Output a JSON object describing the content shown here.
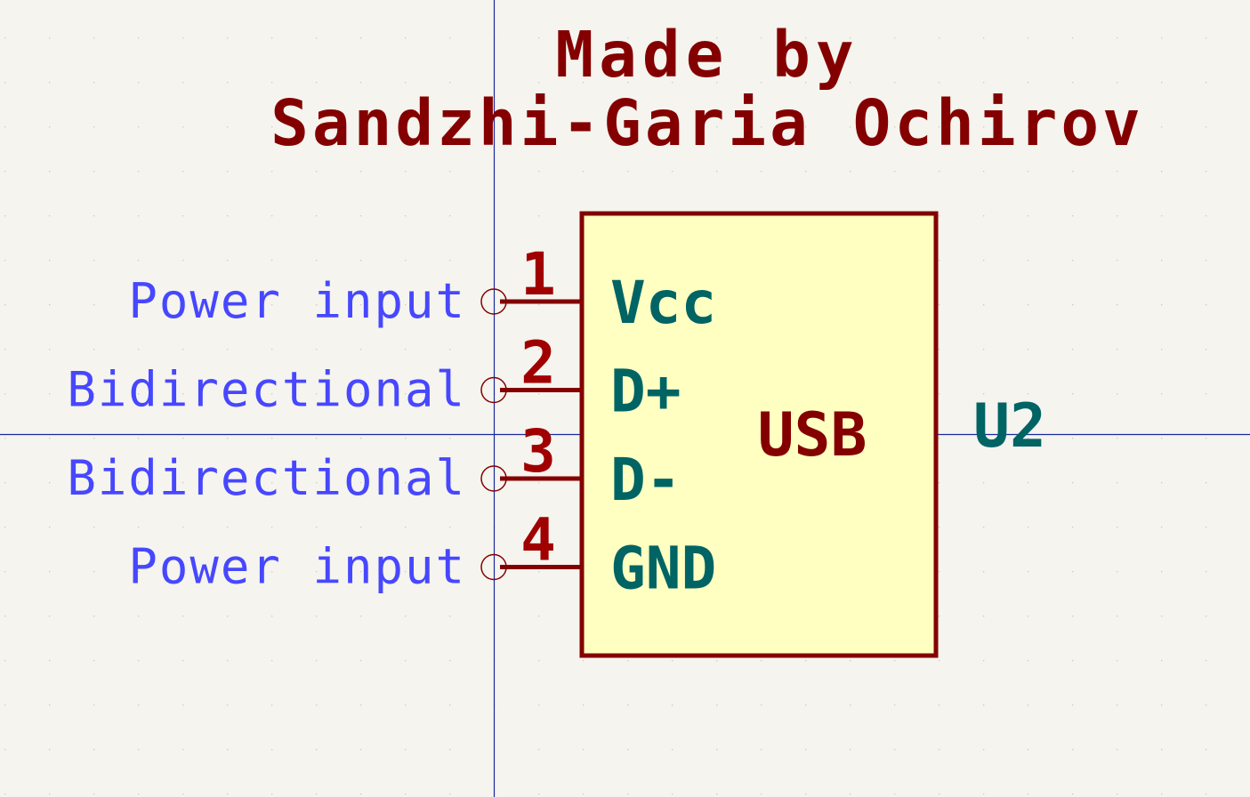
{
  "colors": {
    "background": "#f5f4ef",
    "grid_dot": "#c9c8c0",
    "crosshair": "#1a2a9e",
    "body_fill": "#ffffc2",
    "body_stroke": "#840000",
    "pin_line": "#840000",
    "pin_number": "#a00000",
    "pin_name": "#006464",
    "pin_type": "#4747ff",
    "reference": "#006464",
    "value": "#840000",
    "note_text": "#840000"
  },
  "note": {
    "line1": "Made by",
    "line2": "Sandzhi-Garia Ochirov"
  },
  "symbol": {
    "value": "USB",
    "reference": "U2",
    "pins": [
      {
        "number": "1",
        "name": "Vcc",
        "type": "Power input"
      },
      {
        "number": "2",
        "name": "D+",
        "type": "Bidirectional"
      },
      {
        "number": "3",
        "name": "D-",
        "type": "Bidirectional"
      },
      {
        "number": "4",
        "name": "GND",
        "type": "Power input"
      }
    ]
  }
}
